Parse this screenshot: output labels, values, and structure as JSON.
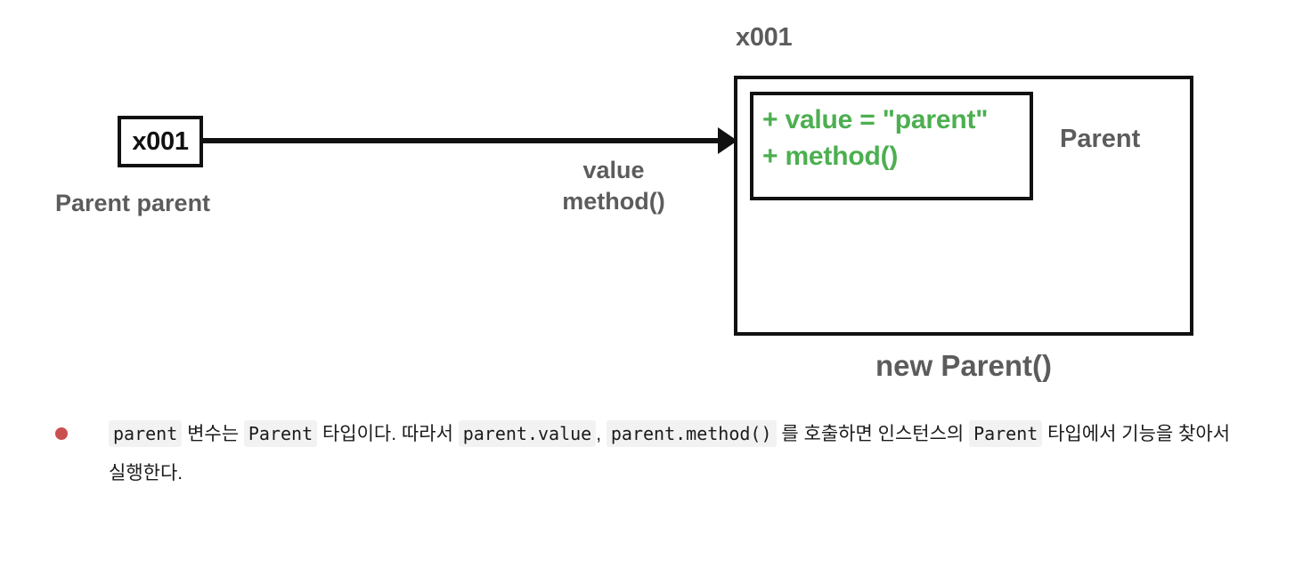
{
  "diagram": {
    "reference": {
      "box_label": "x001",
      "caption": "Parent parent"
    },
    "arrow": {
      "label_line1": "value",
      "label_line2": "method()"
    },
    "object": {
      "heading": "x001",
      "type_label": "Parent",
      "caption": "new Parent()",
      "members": [
        "+ value = \"parent\"",
        "+ method()"
      ]
    },
    "colors": {
      "member_green": "#4caf50",
      "label_gray": "#5c5c5c",
      "stroke_black": "#111111",
      "bullet_red": "#c9504e",
      "code_background": "#f2f2f3"
    }
  },
  "note": {
    "line1": {
      "code1": "parent",
      "text1": " 변수는 ",
      "code2": "Parent",
      "text2": " 타입이다. 따라서 ",
      "code3": "parent.value",
      "text3": ", ",
      "code4": "parent.method()",
      "text4": " 를 호출하면 인스턴스의 "
    },
    "line2": {
      "code1": "Parent",
      "text1": " 타입에서 기능을 찾아서 실행한다."
    }
  }
}
